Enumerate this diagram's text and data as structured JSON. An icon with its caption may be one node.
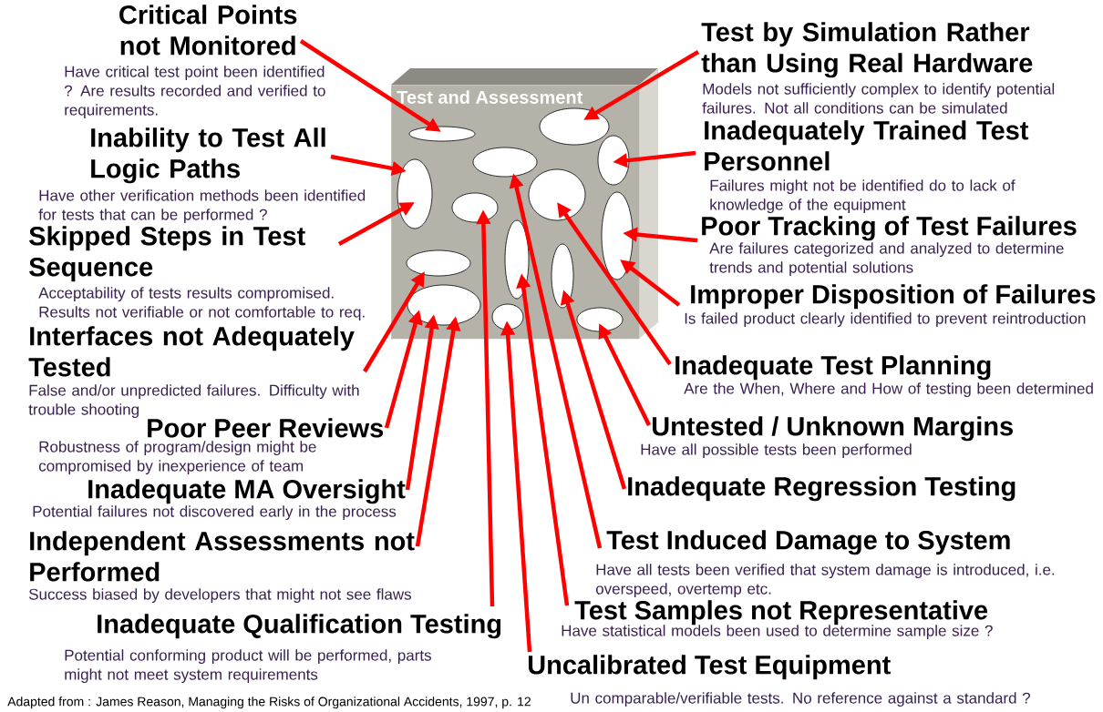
{
  "diagram": {
    "nodes": [
      {
        "text": [
          "Test and Assessment"
        ]
      },
      {
        "text": [],
        "shape": "ellipse",
        "in": 0
      },
      {
        "text": [],
        "shape": "ellipse",
        "in": 0
      },
      {
        "text": [],
        "shape": "ellipse",
        "in": 0
      },
      {
        "text": [],
        "shape": "ellipse",
        "in": 0
      },
      {
        "text": [],
        "shape": "ellipse",
        "in": 0
      },
      {
        "text": [],
        "shape": "ellipse",
        "in": 0
      },
      {
        "text": [],
        "shape": "ellipse",
        "in": 0
      },
      {
        "text": [],
        "shape": "ellipse",
        "in": 0
      },
      {
        "text": [],
        "shape": "ellipse",
        "in": 0
      },
      {
        "text": [],
        "shape": "ellipse",
        "in": 0
      },
      {
        "text": [],
        "shape": "ellipse",
        "in": 0
      },
      {
        "text": [],
        "shape": "ellipse",
        "in": 0
      },
      {
        "text": [],
        "shape": "ellipse",
        "in": 0
      },
      {
        "text": [],
        "shape": "ellipse",
        "in": 0
      },
      {
        "text": [
          "Critical Points not Monitored",
          "Have critical test point been identified ? Are results recorded and verified to requirements."
        ]
      },
      {
        "text": [
          "Inability to Test All Logic Paths",
          "Have other verification methods been identified for tests that can be performed ?"
        ]
      },
      {
        "text": [
          "Skipped Steps in Test Sequence",
          "Acceptability of tests results compromised. Results not verifiable or not comfortable to req."
        ]
      },
      {
        "text": [
          "Interfaces not Adequately Tested",
          "False and/or unpredicted failures. Difficulty with trouble shooting"
        ]
      },
      {
        "text": [
          "Poor Peer Reviews",
          "Robustness of program/design might be compromised by inexperience of team"
        ]
      },
      {
        "text": [
          "Inadequate MA Oversight",
          "Potential failures not discovered early in the process"
        ]
      },
      {
        "text": [
          "Independent Assessments not Performed",
          "Success biased by developers that might not see flaws"
        ]
      },
      {
        "text": [
          "Inadequate Qualification Testing",
          "Potential conforming product will be performed, parts might not meet system requirements"
        ]
      },
      {
        "text": [
          "Uncalibrated Test Equipment",
          "Un comparable/verifiable tests. No reference against a standard ?"
        ]
      },
      {
        "text": [
          "Test Samples not Representative",
          "Have statistical models been used to determine sample size ?"
        ]
      },
      {
        "text": [
          "Test Induced Damage to System",
          "Have all tests been verified that system damage is introduced, i.e. overspeed, overtemp etc."
        ]
      },
      {
        "text": [
          "Inadequate Regression Testing"
        ]
      },
      {
        "text": [
          "Untested / Unknown Margins",
          "Have all possible tests been performed"
        ]
      },
      {
        "text": [
          "Inadequate Test Planning",
          "Are the When,  Where  and How of testing been determined"
        ]
      },
      {
        "text": [
          "Improper Disposition of Failures",
          "Is failed product clearly identified to prevent reintroduction"
        ]
      },
      {
        "text": [
          "Poor Tracking of Test Failures",
          "Are failures categorized and analyzed to determine trends and potential solutions"
        ]
      },
      {
        "text": [
          "Inadequately Trained Test Personnel",
          "Failures might not be identified do to lack of knowledge of the equipment"
        ]
      },
      {
        "text": [
          "Test by Simulation Rather than Using Real Hardware",
          "Models not sufficiently complex to identify potential failures. Not all conditions can be simulated"
        ]
      }
    ],
    "edges": [
      {
        "from": 15,
        "to": 1,
        "arrow": "to"
      },
      {
        "from": 16,
        "to": 5,
        "arrow": "to"
      },
      {
        "from": 17,
        "to": 5,
        "arrow": "to"
      },
      {
        "from": 18,
        "to": 10,
        "arrow": "to"
      },
      {
        "from": 19,
        "to": 12,
        "arrow": "to"
      },
      {
        "from": 20,
        "to": 12,
        "arrow": "to"
      },
      {
        "from": 21,
        "to": 12,
        "arrow": "to"
      },
      {
        "from": 22,
        "to": 7,
        "arrow": "to"
      },
      {
        "from": 23,
        "to": 13,
        "arrow": "to"
      },
      {
        "from": 24,
        "to": 9,
        "arrow": "to"
      },
      {
        "from": 25,
        "to": 4,
        "arrow": "to"
      },
      {
        "from": 26,
        "to": 11,
        "arrow": "to"
      },
      {
        "from": 27,
        "to": 14,
        "arrow": "to"
      },
      {
        "from": 28,
        "to": 6,
        "arrow": "to"
      },
      {
        "from": 29,
        "to": 8,
        "arrow": "to"
      },
      {
        "from": 30,
        "to": 8,
        "arrow": "to"
      },
      {
        "from": 31,
        "to": 3,
        "arrow": "to"
      },
      {
        "from": 32,
        "to": 2,
        "arrow": "to"
      }
    ],
    "labels": [
      "Adapted from : James Reason, Managing the Risks of Organizational Accidents, 1997, p. 12"
    ]
  }
}
